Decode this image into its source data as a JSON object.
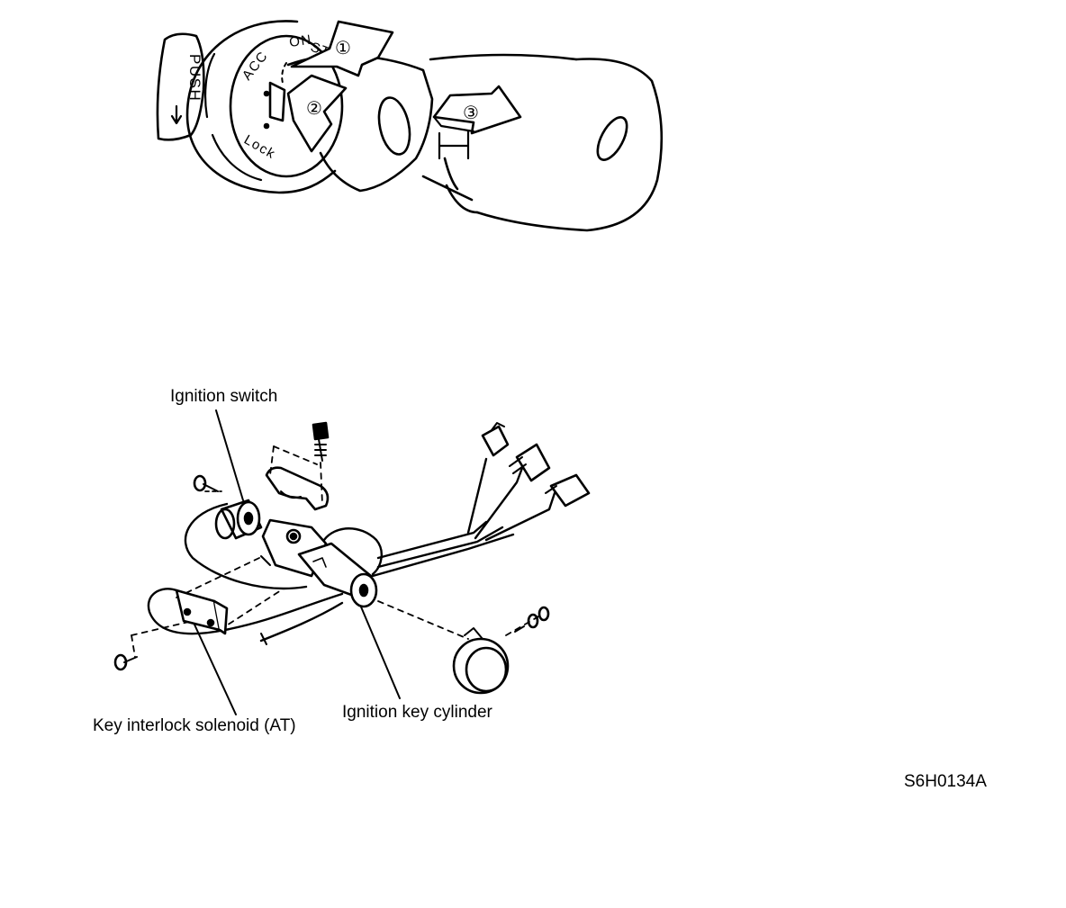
{
  "top_diagram": {
    "push_tab_text": "PUSH",
    "dial_positions": {
      "acc": "ACC",
      "on": "ON",
      "st": "ST",
      "lock": "Lock"
    },
    "step_markers": [
      "①",
      "②",
      "③"
    ]
  },
  "callouts": {
    "ignition_switch": "Ignition switch",
    "key_interlock_solenoid": "Key interlock solenoid (AT)",
    "ignition_key_cylinder": "Ignition key cylinder"
  },
  "figure_code": "S6H0134A"
}
